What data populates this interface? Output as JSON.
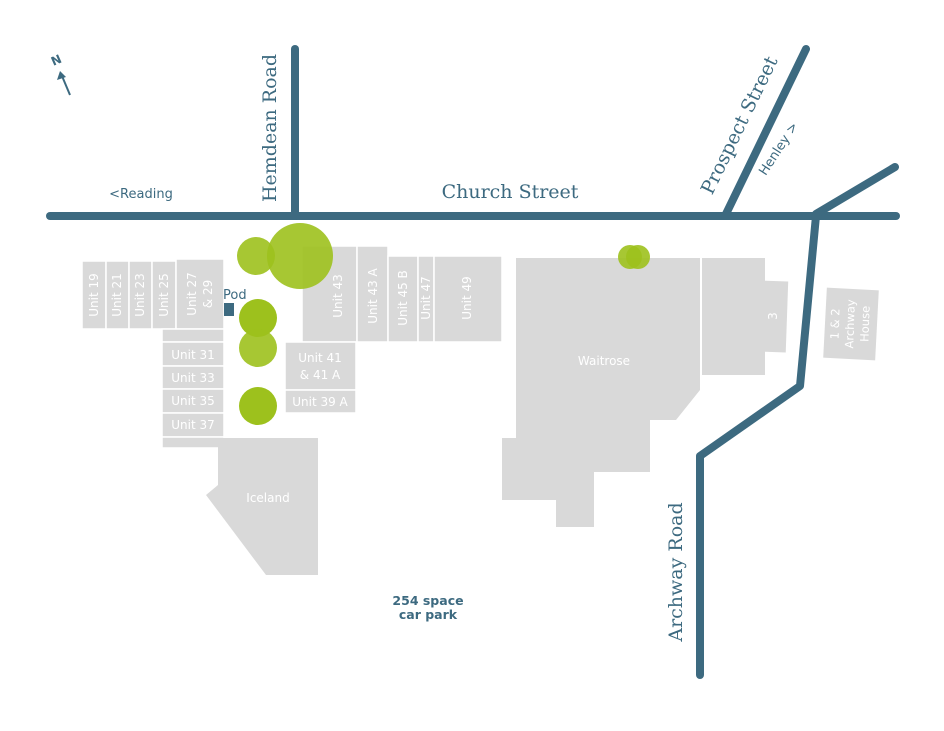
{
  "colors": {
    "road": "#3d6a80",
    "building": "#d9d9d9",
    "tree": "#9dc11d",
    "text_dark": "#3d6a80",
    "text_light": "#ffffff"
  },
  "compass": {
    "label": "N",
    "icon": "north-arrow-icon"
  },
  "roads": {
    "church_street": "Church Street",
    "hemdean_road": "Hemdean Road",
    "prospect_street": "Prospect Street",
    "archway_road": "Archway Road",
    "to_reading": "<Reading",
    "to_henley": "Henley >"
  },
  "units": {
    "u19": "Unit 19",
    "u21": "Unit 21",
    "u23": "Unit 23",
    "u25": "Unit 25",
    "u27_line1": "Unit 27",
    "u27_line2": "& 29",
    "u31": "Unit 31",
    "u33": "Unit 33",
    "u35": "Unit 35",
    "u37": "Unit 37",
    "u41_line1": "Unit 41",
    "u41_line2": "& 41 A",
    "u39a": "Unit 39 A",
    "u43": "Unit 43",
    "u43a": "Unit 43 A",
    "u45b": "Unit 45 B",
    "u47": "Unit 47",
    "u49": "Unit 49",
    "u3": "3",
    "archway_line1": "1 & 2",
    "archway_line2": "Archway",
    "archway_line3": "House"
  },
  "stores": {
    "iceland": "Iceland",
    "waitrose": "Waitrose"
  },
  "pod": "Pod",
  "car_park": {
    "line1": "254 space",
    "line2": "car park"
  }
}
